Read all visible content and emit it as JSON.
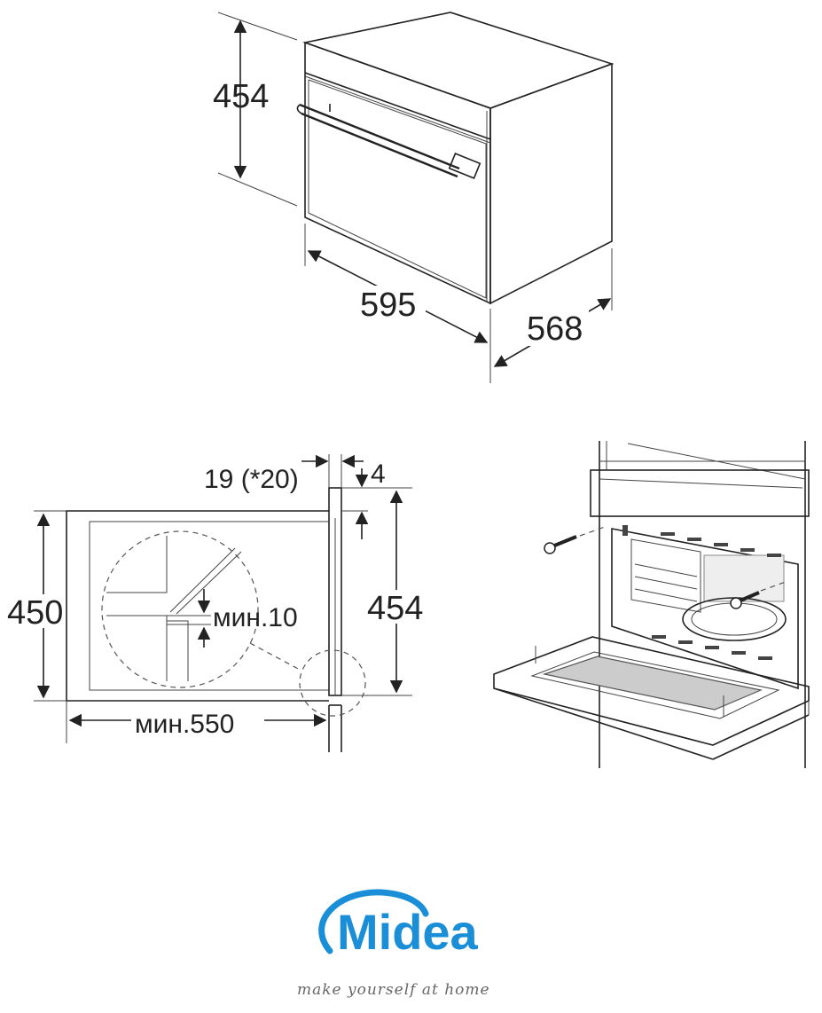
{
  "top_view": {
    "height": "454",
    "width": "595",
    "depth": "568"
  },
  "side_view": {
    "panel_thickness": "19 (*20)",
    "gap": "4",
    "niche_height": "450",
    "unit_height": "454",
    "min_gap": "мин.10",
    "min_depth": "мин.550"
  },
  "logo": {
    "brand": "Midea",
    "tagline": "make yourself at home",
    "color": "#1a8fd8"
  }
}
